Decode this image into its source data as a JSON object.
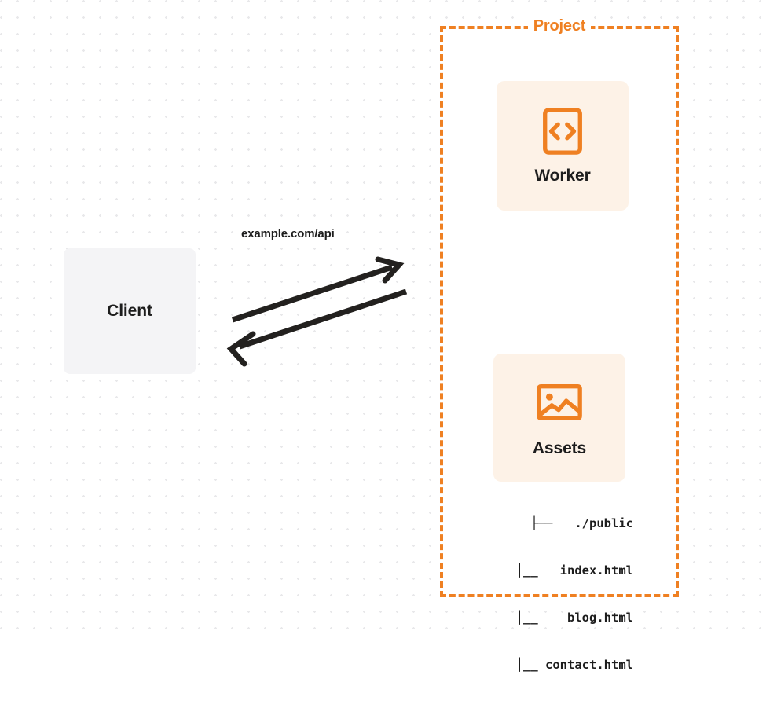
{
  "diagram": {
    "title": "Project",
    "background": {
      "dot_color": "#e8e8ea",
      "page_color": "#ffffff"
    },
    "colors": {
      "accent": "#ef8022",
      "card_fill": "#fdf2e7",
      "client_fill": "#f4f4f6",
      "text": "#1d1d1d",
      "arrow": "#23211f"
    },
    "client": {
      "label": "Client"
    },
    "edge": {
      "label": "example.com/api",
      "direction": "bidirectional"
    },
    "project": {
      "label": "Project",
      "nodes": [
        {
          "id": "worker",
          "label": "Worker",
          "icon": "code-brackets-icon"
        },
        {
          "id": "assets",
          "label": "Assets",
          "icon": "image-icon"
        }
      ]
    },
    "file_tree": {
      "rows": [
        "├──   ./public",
        "│__   index.html",
        "│__    blog.html",
        "│__ contact.html"
      ]
    }
  }
}
